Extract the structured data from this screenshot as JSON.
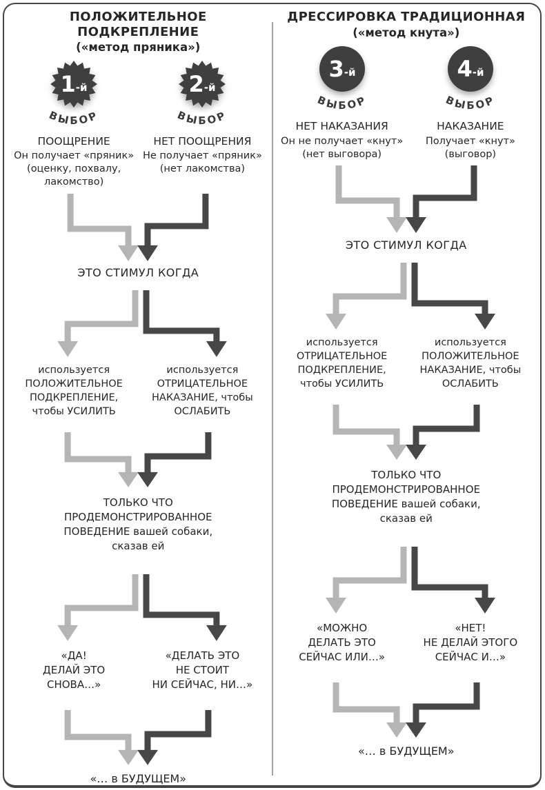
{
  "colors": {
    "light": "#b5b5b5",
    "dark": "#474747",
    "badge": "#3f3f3f",
    "text": "#262626",
    "divider": "#a3a3a3",
    "border": "#454545"
  },
  "columns": [
    {
      "title": "ПОЛОЖИТЕЛЬНОЕ ПОДКРЕПЛЕНИЕ",
      "subtitle": "(«метод пряника»)",
      "choices": [
        {
          "number": "1",
          "suffix": "-й",
          "caption": "ВЫБОР",
          "title": "ПООЩРЕНИЕ",
          "desc": "Он получает «пряник»\n(оценку, похвалу,\nлакомство)"
        },
        {
          "number": "2",
          "suffix": "-й",
          "caption": "ВЫБОР",
          "title": "НЕТ ПООЩРЕНИЯ",
          "desc": "Не получает «пряник»\n(нет лакомства)"
        }
      ],
      "stimulus": "ЭТО СТИМУЛ КОГДА",
      "usage": [
        "используется\nПОЛОЖИТЕЛЬНОЕ\nПОДКРЕПЛЕНИЕ,\nчтобы УСИЛИТЬ",
        "используется\nОТРИЦАТЕЛЬНОЕ\nНАКАЗАНИЕ, чтобы\nОСЛАБИТЬ"
      ],
      "behavior": "ТОЛЬКО ЧТО\nПРОДЕМОНСТРИРОВАННОЕ\nПОВЕДЕНИЕ вашей собаки,\nсказав ей",
      "quotes": [
        "«ДА!\nДЕЛАЙ ЭТО\nСНОВА…»",
        "«ДЕЛАТЬ ЭТО\nНЕ СТОИТ\nНИ СЕЙЧАС, НИ…»"
      ],
      "future": "«… в БУДУЩЕМ»"
    },
    {
      "title": "ДРЕССИРОВКА ТРАДИЦИОННАЯ",
      "subtitle": "(«метод кнута»)",
      "choices": [
        {
          "number": "3",
          "suffix": "-й",
          "caption": "ВЫБОР",
          "title": "НЕТ НАКАЗАНИЯ",
          "desc": "Он не получает «кнут»\n(нет выговора)"
        },
        {
          "number": "4",
          "suffix": "-й",
          "caption": "ВЫБОР",
          "title": "НАКАЗАНИЕ",
          "desc": "Получает «кнут»\n(выговор)"
        }
      ],
      "stimulus": "ЭТО СТИМУЛ КОГДА",
      "usage": [
        "используется\nОТРИЦАТЕЛЬНОЕ\nПОДКРЕПЛЕНИЕ,\nчтобы УСИЛИТЬ",
        "используется\nПОЛОЖИТЕЛЬНОЕ\nНАКАЗАНИЕ, чтобы\nОСЛАБИТЬ"
      ],
      "behavior": "ТОЛЬКО ЧТО\nПРОДЕМОНСТРИРОВАННОЕ\nПОВЕДЕНИЕ вашей собаки,\nсказав ей",
      "quotes": [
        "«МОЖНО\nДЕЛАТЬ ЭТО\nСЕЙЧАС ИЛИ…»",
        "«НЕТ!\nНЕ ДЕЛАЙ ЭТОГО\nСЕЙЧАС И…»"
      ],
      "future": "«… в БУДУЩЕМ»"
    }
  ]
}
